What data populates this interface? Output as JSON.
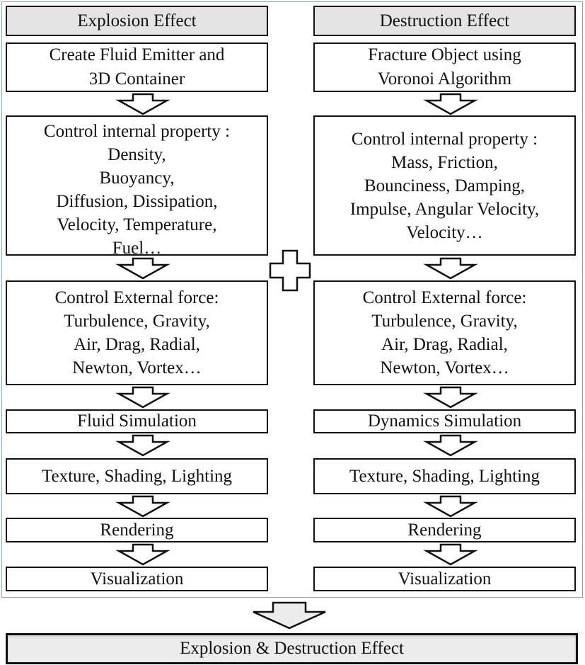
{
  "explosion": {
    "header": "Explosion Effect",
    "step1": "Create Fluid Emitter and\n3D Container",
    "step2": "Control internal property :\nDensity,\nBuoyancy,\nDiffusion, Dissipation,\nVelocity, Temperature,\nFuel…",
    "step3": "Control External force:\nTurbulence, Gravity,\nAir, Drag, Radial,\nNewton, Vortex…",
    "step4": "Fluid Simulation",
    "step5": "Texture, Shading, Lighting",
    "step6": "Rendering",
    "step7": "Visualization"
  },
  "destruction": {
    "header": "Destruction Effect",
    "step1": "Fracture Object using\nVoronoi Algorithm",
    "step2": "Control internal property :\nMass, Friction,\nBounciness, Damping,\nImpulse,  Angular Velocity,\nVelocity…",
    "step3": "Control External force:\nTurbulence, Gravity,\nAir, Drag, Radial,\nNewton, Vortex…",
    "step4": "Dynamics Simulation",
    "step5": "Texture, Shading, Lighting",
    "step6": "Rendering",
    "step7": "Visualization"
  },
  "result": "Explosion & Destruction Effect",
  "icons": {
    "flow_arrow": "down-arrow-icon",
    "combine": "plus-icon"
  }
}
